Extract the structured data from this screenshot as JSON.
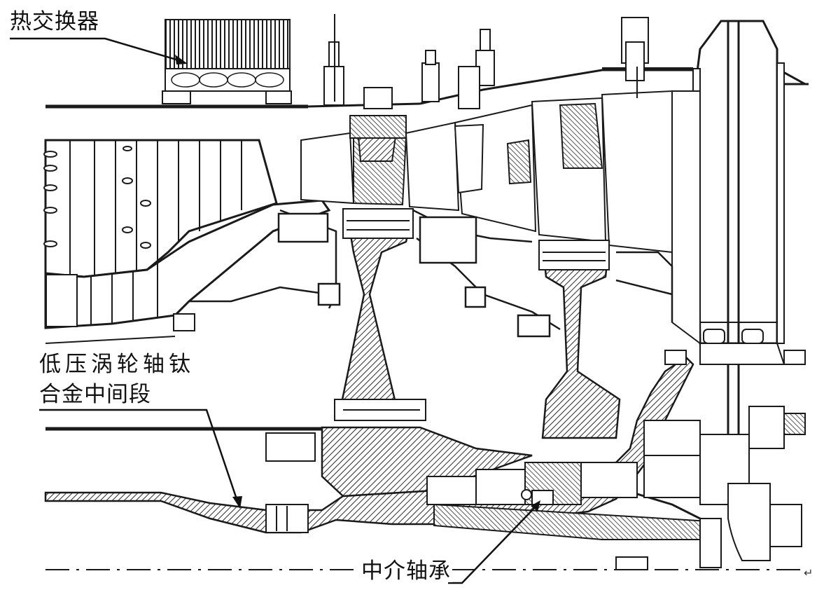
{
  "labels": {
    "heat_exchanger": "热交换器",
    "lp_shaft_line1": "低压涡轮轴钛",
    "lp_shaft_line2": "合金中间段",
    "intermediate_bearing": "中介轴承"
  },
  "colors": {
    "line": "#1a1a1a",
    "hatch": "#2a2a2a",
    "background": "#ffffff"
  },
  "icons": {
    "return_mark": "carriage-return-icon"
  }
}
